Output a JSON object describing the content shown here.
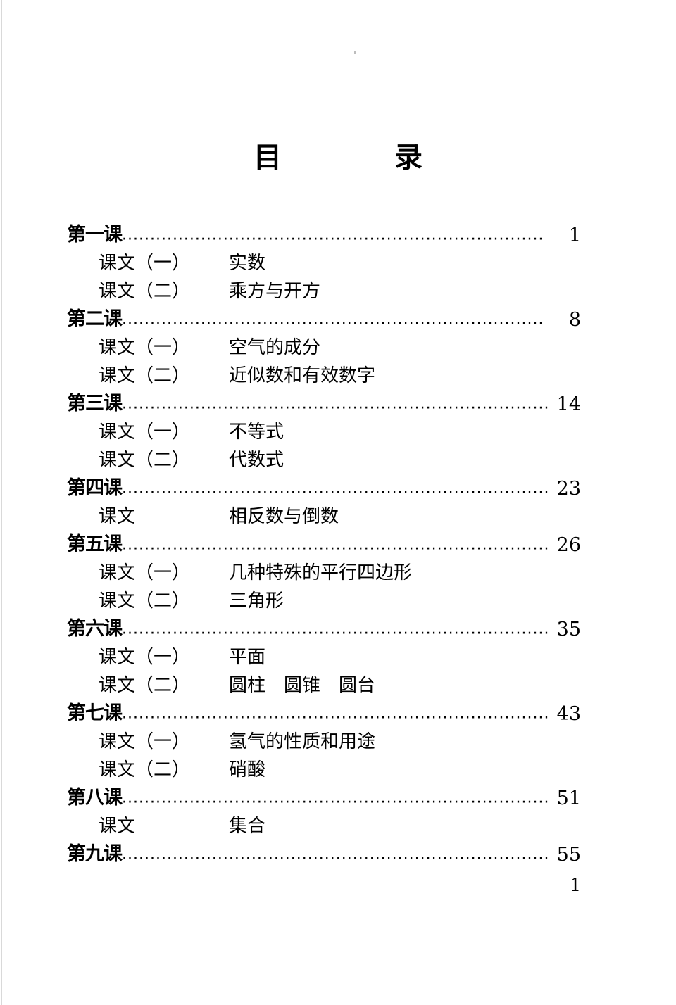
{
  "document": {
    "title": "目　录",
    "folio": "1"
  },
  "entries": [
    {
      "lesson_label": "第一课",
      "page": "1",
      "texts": [
        {
          "label": "课文（一）",
          "title": "实数"
        },
        {
          "label": "课文（二）",
          "title": "乘方与开方"
        }
      ]
    },
    {
      "lesson_label": "第二课",
      "page": "8",
      "texts": [
        {
          "label": "课文（一）",
          "title": "空气的成分"
        },
        {
          "label": "课文（二）",
          "title": "近似数和有效数字"
        }
      ]
    },
    {
      "lesson_label": "第三课",
      "page": "14",
      "texts": [
        {
          "label": "课文（一）",
          "title": "不等式"
        },
        {
          "label": "课文（二）",
          "title": "代数式"
        }
      ]
    },
    {
      "lesson_label": "第四课",
      "page": "23",
      "texts": [
        {
          "label": "课文",
          "title": "相反数与倒数"
        }
      ]
    },
    {
      "lesson_label": "第五课",
      "page": "26",
      "texts": [
        {
          "label": "课文（一）",
          "title": "几种特殊的平行四边形"
        },
        {
          "label": "课文（二）",
          "title": "三角形"
        }
      ]
    },
    {
      "lesson_label": "第六课",
      "page": "35",
      "texts": [
        {
          "label": "课文（一）",
          "title": "平面"
        },
        {
          "label": "课文（二）",
          "title": "圆柱　圆锥　圆台"
        }
      ]
    },
    {
      "lesson_label": "第七课",
      "page": "43",
      "texts": [
        {
          "label": "课文（一）",
          "title": "氢气的性质和用途"
        },
        {
          "label": "课文（二）",
          "title": "硝酸"
        }
      ]
    },
    {
      "lesson_label": "第八课",
      "page": "51",
      "texts": [
        {
          "label": "课文",
          "title": "集合"
        }
      ]
    },
    {
      "lesson_label": "第九课",
      "page": "55",
      "texts": []
    }
  ]
}
